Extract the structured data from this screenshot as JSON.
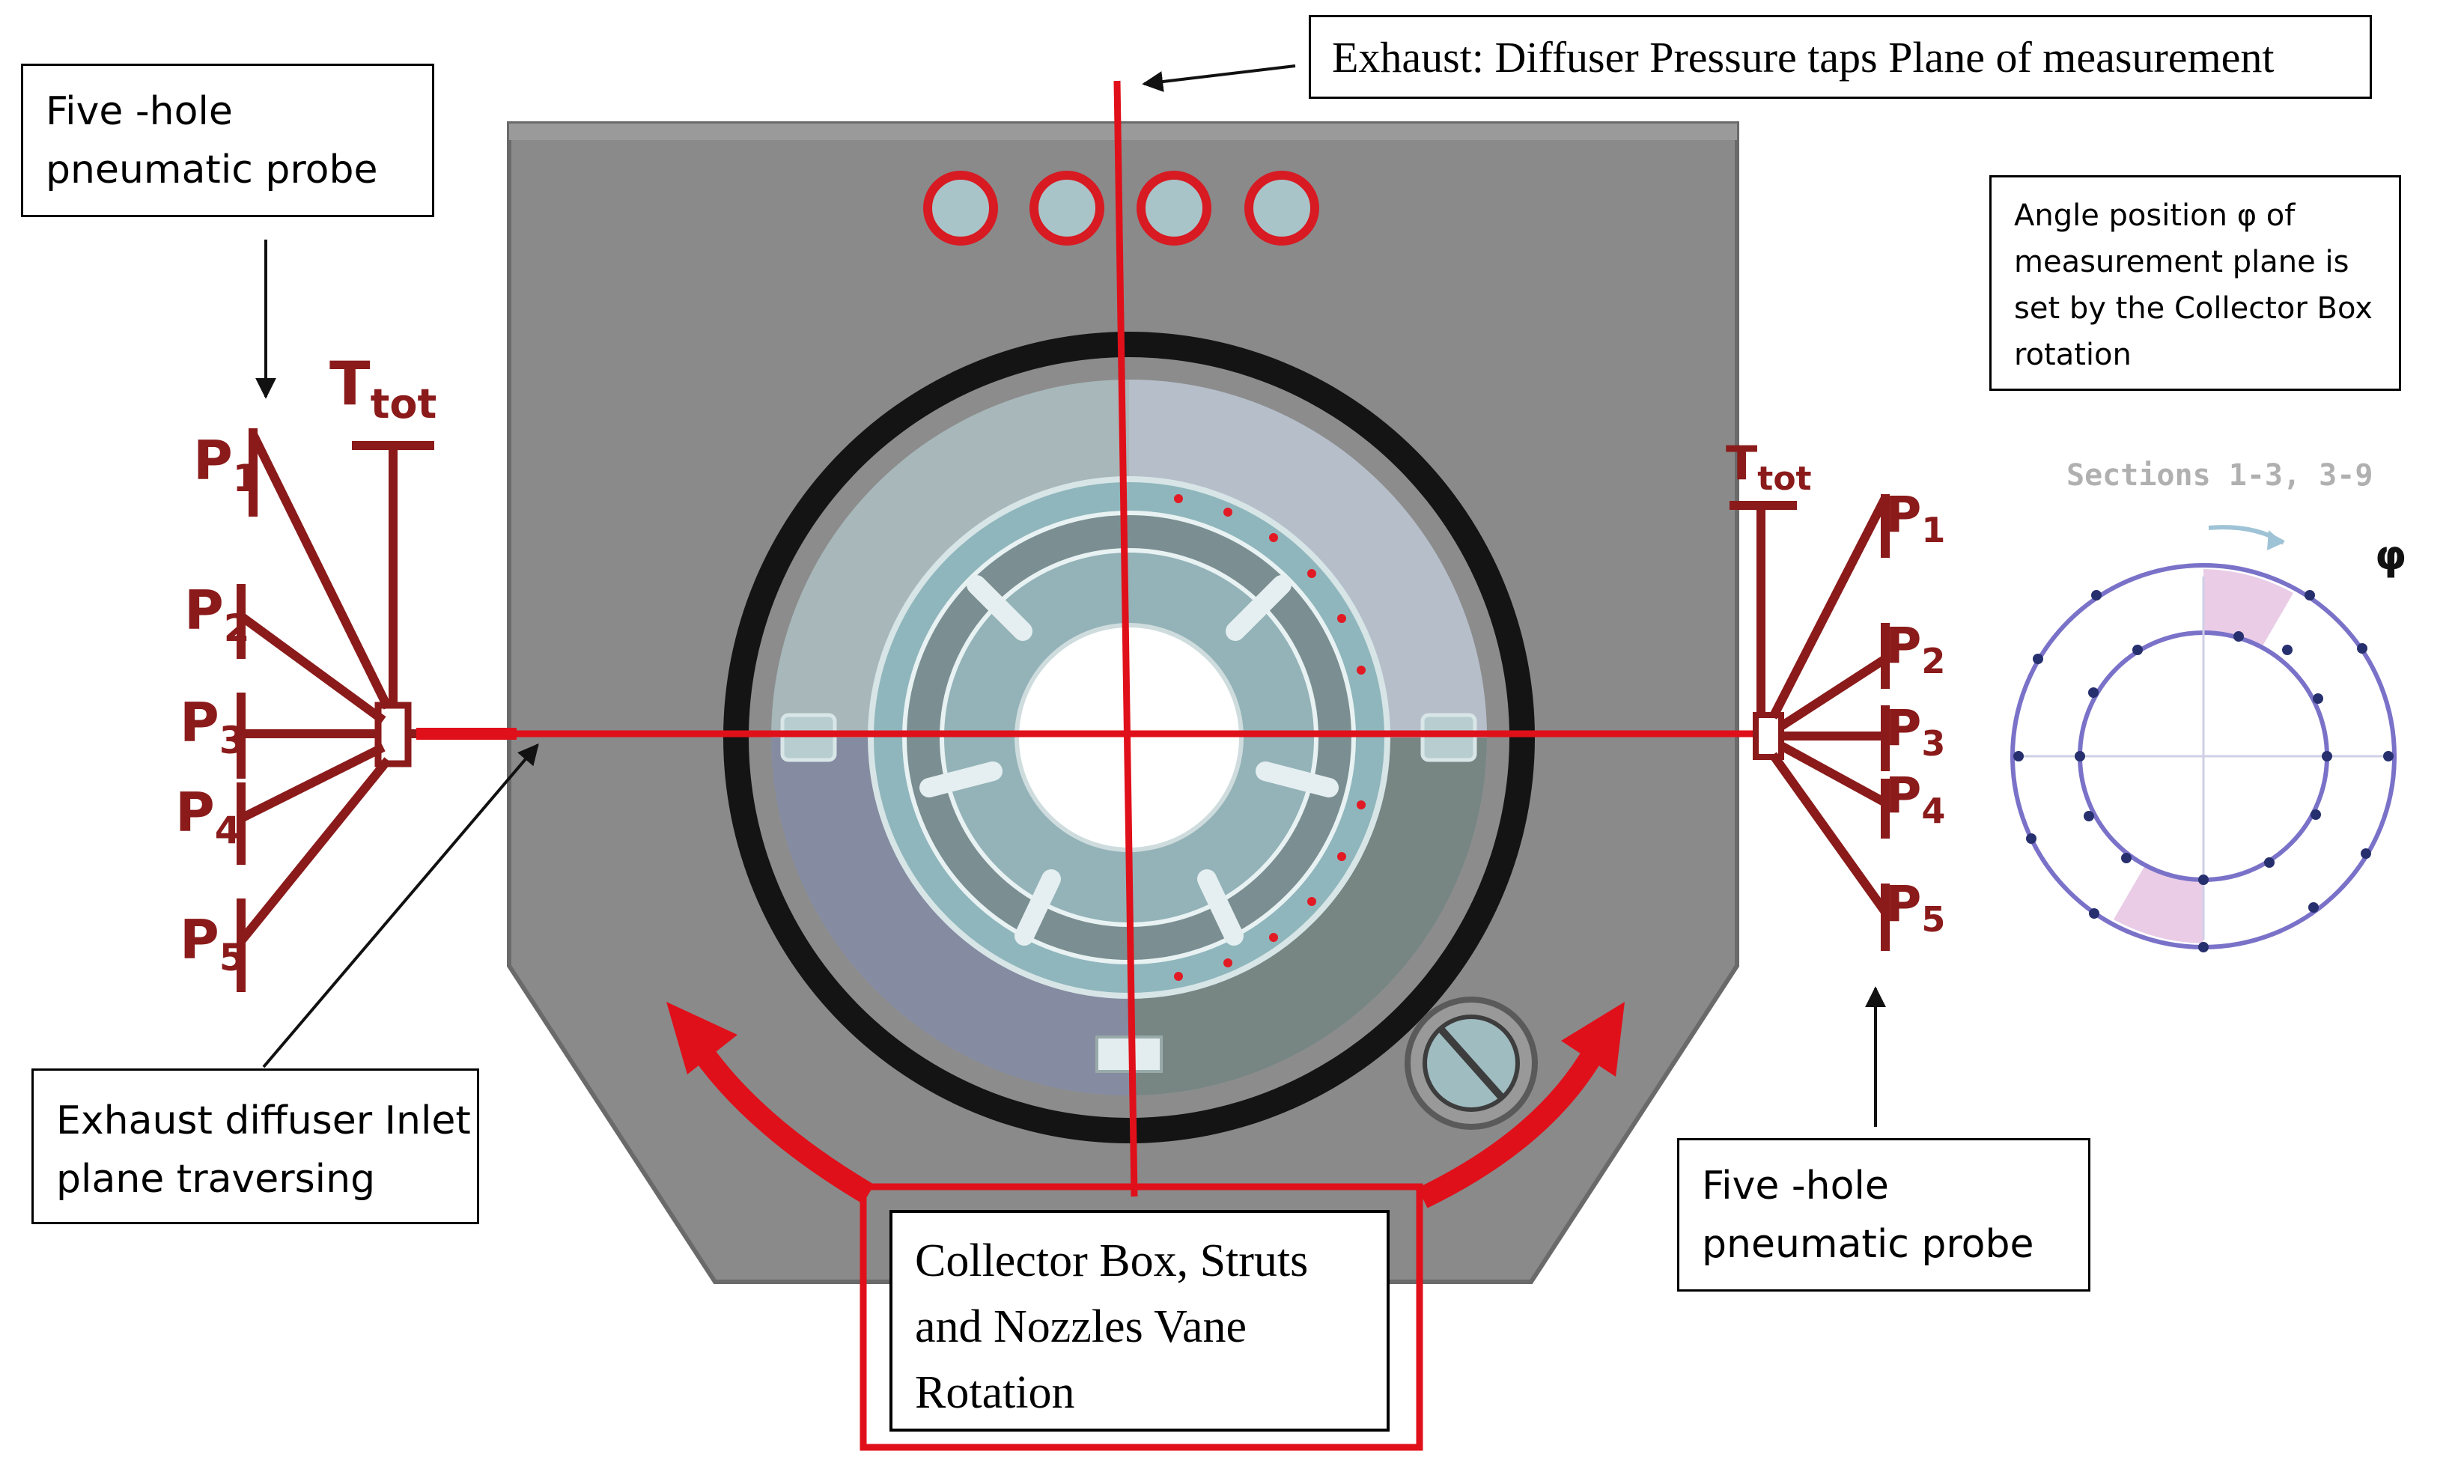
{
  "labels": {
    "probe_left": [
      "Five -hole",
      "pneumatic probe"
    ],
    "exhaust_title": "Exhaust: Diffuser Pressure taps Plane of measurement",
    "angle_note": [
      "Angle position φ of",
      "measurement plane is",
      "set by the Collector Box",
      "rotation"
    ],
    "inlet_traverse": [
      "Exhaust diffuser Inlet",
      "plane traversing"
    ],
    "probe_right": [
      "Five -hole",
      "pneumatic probe"
    ],
    "collector": [
      "Collector Box, Struts",
      "and Nozzles  Vane",
      "Rotation"
    ]
  },
  "probe_left_sensors": {
    "t_total": {
      "main": "T",
      "sub": "tot"
    },
    "p1": {
      "main": "P",
      "sub": "1"
    },
    "p2": {
      "main": "P",
      "sub": "2"
    },
    "p3": {
      "main": "P",
      "sub": "3"
    },
    "p4": {
      "main": "P",
      "sub": "4"
    },
    "p5": {
      "main": "P",
      "sub": "5"
    }
  },
  "probe_right_sensors": {
    "t_total": {
      "main": "T",
      "sub": "tot"
    },
    "p1": {
      "main": "P",
      "sub": "1"
    },
    "p2": {
      "main": "P",
      "sub": "2"
    },
    "p3": {
      "main": "P",
      "sub": "3"
    },
    "p4": {
      "main": "P",
      "sub": "4"
    },
    "p5": {
      "main": "P",
      "sub": "5"
    }
  },
  "sections_inset": {
    "title": "Sections 1-3, 3-9",
    "phi": "φ"
  },
  "colors": {
    "red_axis": "#e0101a",
    "probe_dark_red": "#8b1a1a",
    "collector_grey": "#8a8a8a",
    "inset_ring_purple": "#7a72c8"
  }
}
